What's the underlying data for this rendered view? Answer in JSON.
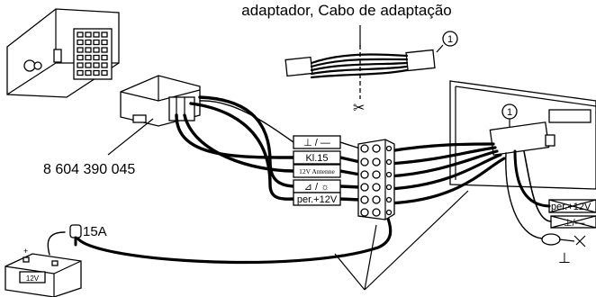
{
  "top_caption": "adaptador, Cabo de adaptação",
  "part_number": "8 604 390 045",
  "fuse_label": "15A",
  "battery_label": "12V",
  "callout_marker": "1",
  "terminal_labels": {
    "ground": "⊥ / —",
    "kl15": "Kl.15",
    "antenna": "12V Antenne",
    "illumination": "⊿ / ☼",
    "per12v": "per.+12V"
  },
  "right_side_labels": {
    "per12v_crossed": "per.+12V"
  },
  "ground_symbol": "⊥"
}
